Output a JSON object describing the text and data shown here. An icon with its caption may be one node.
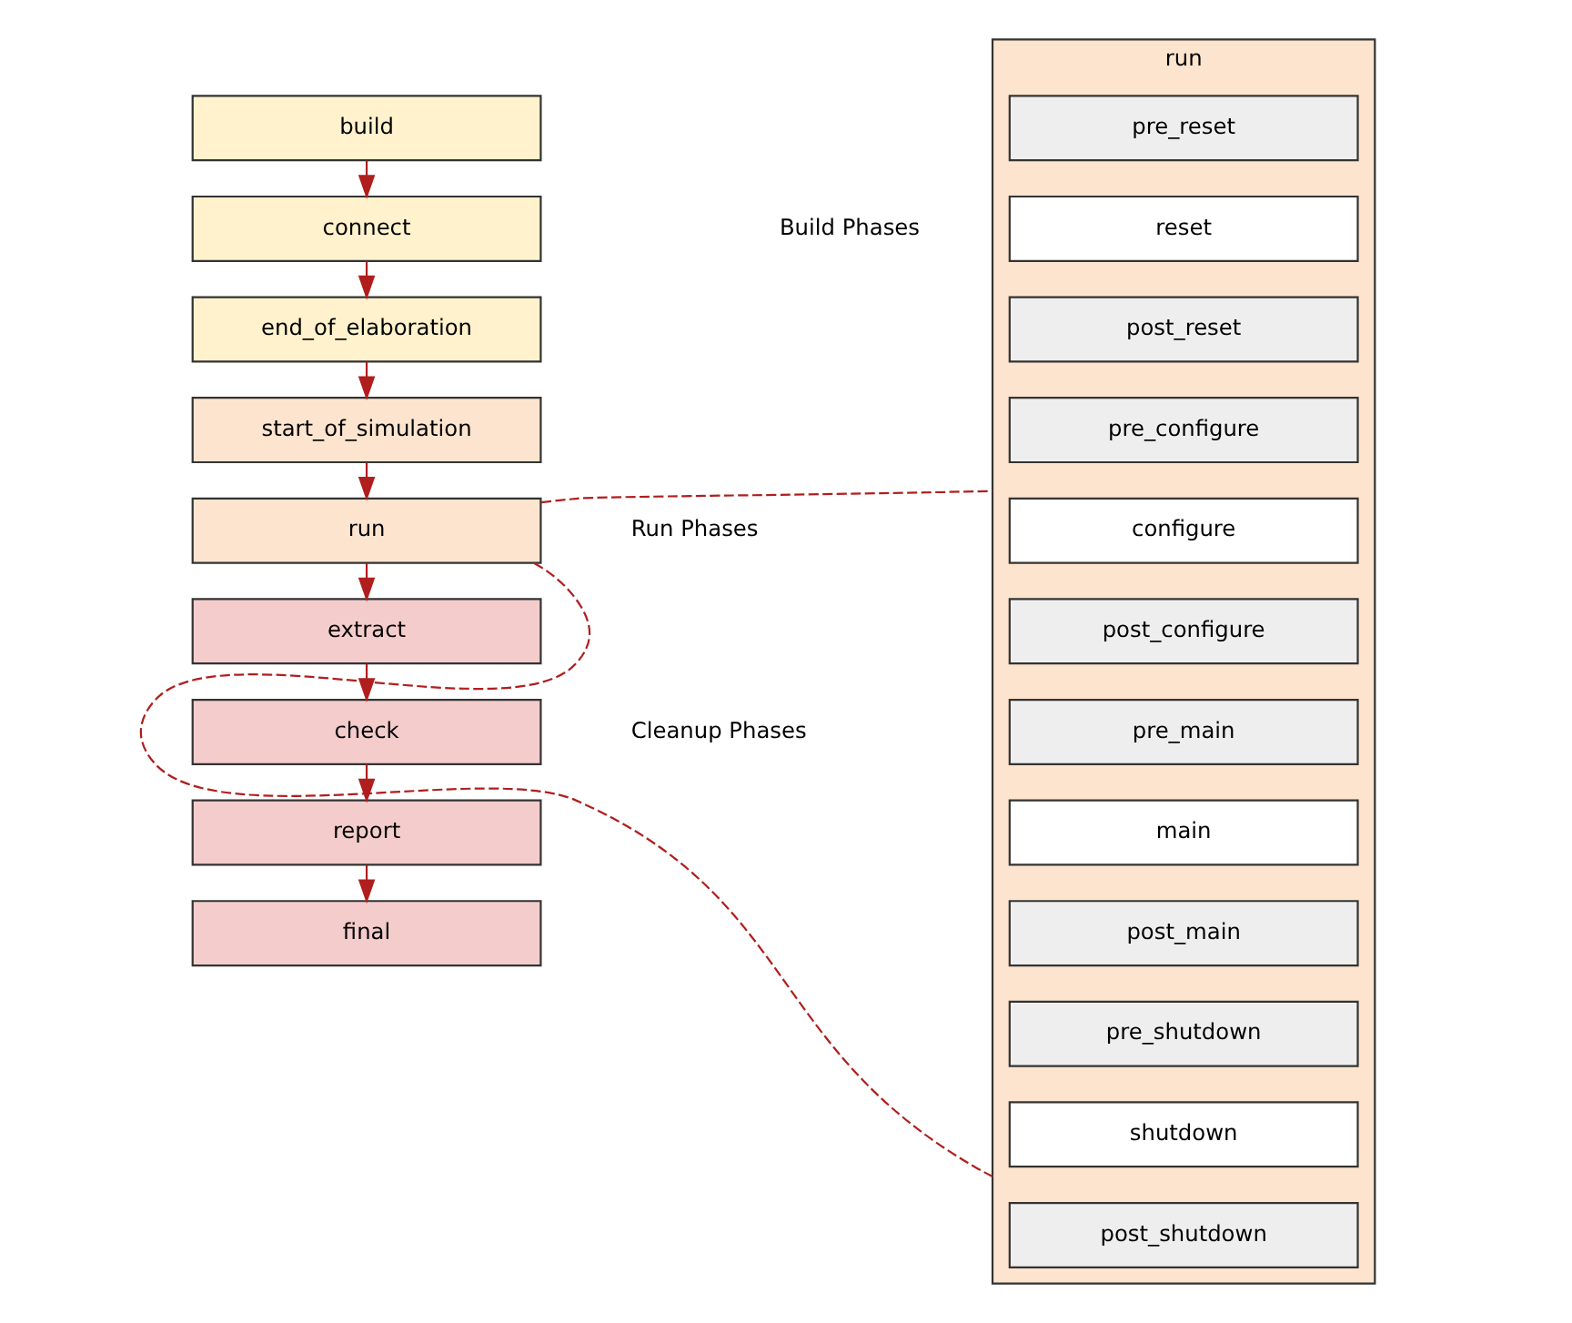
{
  "diagram": {
    "nodes": [
      {
        "text": [
          "build"
        ]
      },
      {
        "text": [
          "connect"
        ]
      },
      {
        "text": [
          "end_of_elaboration"
        ]
      },
      {
        "text": [
          "start_of_simulation"
        ]
      },
      {
        "text": [
          "run"
        ]
      },
      {
        "text": [
          "extract"
        ]
      },
      {
        "text": [
          "check"
        ]
      },
      {
        "text": [
          "report"
        ]
      },
      {
        "text": [
          "final"
        ]
      },
      {
        "text": [
          "run"
        ]
      },
      {
        "text": [
          "pre_reset"
        ],
        "in": 9
      },
      {
        "text": [
          "reset"
        ],
        "in": 9
      },
      {
        "text": [
          "post_reset"
        ],
        "in": 9
      },
      {
        "text": [
          "pre_configure"
        ],
        "in": 9
      },
      {
        "text": [
          "configure"
        ],
        "in": 9
      },
      {
        "text": [
          "post_configure"
        ],
        "in": 9
      },
      {
        "text": [
          "pre_main"
        ],
        "in": 9
      },
      {
        "text": [
          "main"
        ],
        "in": 9
      },
      {
        "text": [
          "post_main"
        ],
        "in": 9
      },
      {
        "text": [
          "pre_shutdown"
        ],
        "in": 9
      },
      {
        "text": [
          "shutdown"
        ],
        "in": 9
      },
      {
        "text": [
          "post_shutdown"
        ],
        "in": 9
      }
    ],
    "edges": [
      {
        "from": 0,
        "to": 1,
        "arrow": "to"
      },
      {
        "from": 1,
        "to": 2,
        "arrow": "to"
      },
      {
        "from": 2,
        "to": 3,
        "arrow": "to"
      },
      {
        "from": 3,
        "to": 4,
        "arrow": "to"
      },
      {
        "from": 4,
        "to": 5,
        "arrow": "to"
      },
      {
        "from": 5,
        "to": 6,
        "arrow": "to"
      },
      {
        "from": 6,
        "to": 7,
        "arrow": "to"
      },
      {
        "from": 7,
        "to": 8,
        "arrow": "to"
      },
      {
        "from": 4,
        "to": 9,
        "arrow": "none",
        "style": "dashed"
      },
      {
        "from": 4,
        "to": 9,
        "arrow": "none",
        "style": "dashed"
      }
    ],
    "labels": [
      "Build Phases",
      "Run Phases",
      "Cleanup Phases"
    ]
  }
}
